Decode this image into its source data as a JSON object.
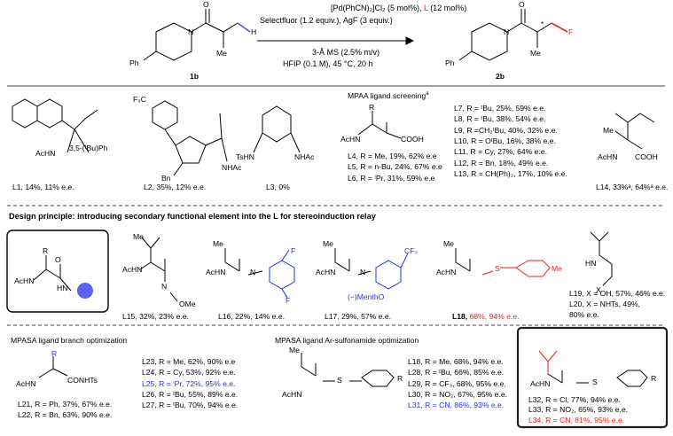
{
  "reaction": {
    "reagent_line1": "[Pd(PhCN)₂]Cl₂ (5 mol%), ",
    "reagent_L": "L",
    "reagent_line1b": " (12 mol%)",
    "reagent_line2": "Selectfluor (1.2 equiv.), AgF (3 equiv.)",
    "cond_line1": "3-Å MS (2.5% m/v)",
    "cond_line2": "HFIP (0.1 M), 45 °C, 20 h",
    "sm_label": "1b",
    "pdt_label": "2b",
    "atom_O": "O",
    "atom_N": "N",
    "atom_H": "H",
    "atom_F": "F",
    "me": "Me",
    "ph": "Ph",
    "star": "*"
  },
  "mpaa": {
    "title": "MPAA ligand screening",
    "title_sup": "a",
    "L1_caption": "L1, 14%, 11% e.e.",
    "L1_subst": "3,5-(ᵗBu)Ph",
    "L2_caption": "L2, 35%, 12% e.e.",
    "L3_caption": "L3, 0%",
    "col1": [
      "L4, R = Me, 19%, 62% e.e",
      "L5, R = n-Bu, 24%, 67% e.e",
      "L6, R = ⁱPr, 31%, 59% e.e"
    ],
    "col2": [
      "L7, R = ᵗBu, 25%, 59% e.e.",
      "L8, R = ᵗBu, 38%, 54% e.e.",
      "L9, R =CH₂ᵗBu, 40%, 32% e.e.",
      "L10, R = OᵗBu, 16%, 38% e.e.",
      "L11, R = Cy, 27%, 64% e.e.",
      "L12, R = Bn, 18%, 49% e.e.",
      "L13, R = CH(Ph)₂, 17%, 10% e.e."
    ],
    "L14_caption": "L14, 33%ᵃ, 64%ᵃ e.e.",
    "labels": {
      "achn": "AcHN",
      "nhac": "NHAc",
      "tshn": "TsHN",
      "bn": "Bn",
      "cf3": "F₃C",
      "cooh": "COOH",
      "R": "R",
      "me": "Me",
      "N": "N",
      "O": "O"
    }
  },
  "design": {
    "title": "Design principle: introducing secondary functional element into the L for stereoinduction relay",
    "L15": "L15, 32%, 23% e.e.",
    "L16": "L16, 22%, 14% e.e.",
    "L17": "L17, 29%, 57% e.e.",
    "L18_name": "L18, ",
    "L18_vals": "68%, 94% e.e.",
    "L19": "L19, X = OH, 57%, 46% e.e.",
    "L20a": "L20, X = NHTs, 49%,",
    "L20b": "80% e.e.",
    "ome": "OMe",
    "menthol": "(−)MenthO",
    "cf3": "CF₃",
    "F": "F",
    "S": "S",
    "X": "X",
    "HN": "HN",
    "N": "N",
    "H": "H"
  },
  "branch": {
    "title": "MPASA ligand branch optimization",
    "conhts": "CONHTs",
    "R": "R",
    "L21": "L21, R = Ph, 37%, 67% e.e.",
    "L22": "L22, R = Bn, 63%, 90% e.e.",
    "list": [
      {
        "text": "L23, R = Me, 62%, 90% e.e",
        "color": "black"
      },
      {
        "text": "L24, R = Cy, 53%, 92% e.e.",
        "color": "black"
      },
      {
        "text": "L25, R = ⁱPr, 72%, 95% e.e.",
        "color": "blue"
      },
      {
        "text": "L26, R = ᵗBu, 55%, 89% e.e.",
        "color": "black"
      },
      {
        "text": "L27, R = ᵗBu, 70%, 94% e.e.",
        "color": "black"
      }
    ]
  },
  "sulfonamide": {
    "title": "MPASA ligand Ar-sulfonamide optimization",
    "list": [
      {
        "text": "L18, R = Me, 68%, 94% e.e.",
        "color": "black"
      },
      {
        "text": "L28, R = ᵗBu, 66%, 85% e.e.",
        "color": "black"
      },
      {
        "text": "L29, R = CF₃, 68%, 95% e.e.",
        "color": "black"
      },
      {
        "text": "L30, R = NO₂, 67%, 95% e.e.",
        "color": "black"
      },
      {
        "text": "L31, R = CN, 86%, 93% e.e.",
        "color": "blue"
      }
    ],
    "final": [
      {
        "text": "L32, R = Cl, 77%, 94% e.e.",
        "color": "black"
      },
      {
        "text": "L33, R = NO₂, 65%, 93% e.e.",
        "color": "black"
      },
      {
        "text": "L34, R = CN, 81%, 95% e.e.",
        "color": "red"
      }
    ]
  },
  "colors": {
    "red": "#e8231a",
    "blue": "#2332e0",
    "sphere": "#5a63f0",
    "box": "#555555"
  }
}
